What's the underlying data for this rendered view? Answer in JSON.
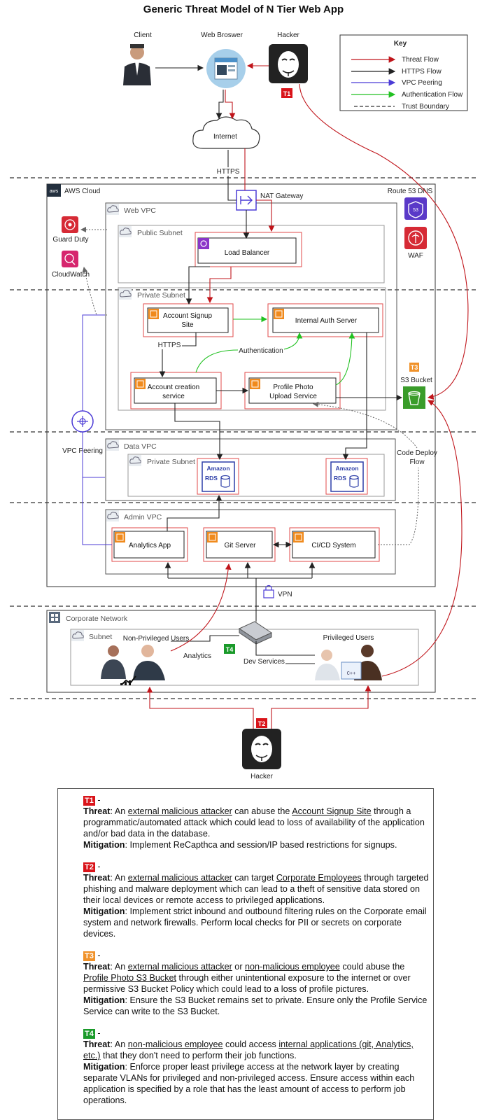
{
  "title": "Generic Threat Model of N Tier Web App",
  "actors": {
    "client": "Client",
    "browser": "Web Broswer",
    "hacker_top": "Hacker",
    "hacker_bottom": "Hacker",
    "internet": "Internet",
    "non_priv": "Non-Privileged Users",
    "priv": "Privileged Users"
  },
  "key": {
    "title": "Key",
    "items": [
      {
        "label": "Threat Flow",
        "color": "#c0151b",
        "style": "arrow"
      },
      {
        "label": "HTTPS Flow",
        "color": "#222222",
        "style": "arrow"
      },
      {
        "label": "VPC Peering",
        "color": "#4b3bd6",
        "style": "arrow"
      },
      {
        "label": "Authentication Flow",
        "color": "#22c122",
        "style": "arrow"
      },
      {
        "label": "Trust Boundary",
        "color": "#333333",
        "style": "dashed"
      }
    ]
  },
  "zones": {
    "aws_cloud": "AWS Cloud",
    "route53": "Route 53 DNS",
    "waf": "WAF",
    "web_vpc": "Web VPC",
    "public_subnet": "Public Subnet",
    "private_subnet": "Private Subnet",
    "data_vpc": "Data VPC",
    "data_private_subnet": "Private Subnet",
    "admin_vpc": "Admin VPC",
    "corporate": "Corporate Network",
    "subnet": "Subnet"
  },
  "services": {
    "guard_duty": "Guard Duty",
    "cloudwatch": "CloudWatch",
    "nat": "NAT Gateway",
    "load_balancer": "Load Balancer",
    "signup_1": "Account Signup",
    "signup_2": "Site",
    "internal_auth": "Internal Auth Server",
    "acct_1": "Account creation",
    "acct_2": "service",
    "photo_1": "Profile Photo",
    "photo_2": "Upload Service",
    "s3": "S3 Bucket",
    "rds_1": "Amazon",
    "rds_2": "RDS",
    "analytics": "Analytics App",
    "git": "Git Server",
    "cicd": "CI/CD System",
    "vpn": "VPN",
    "vpc_peering": "VPC Peering",
    "code_deploy_1": "Code Deploy",
    "code_deploy_2": "Flow"
  },
  "flow_labels": {
    "https_1": "HTTPS",
    "https_2": "HTTPS",
    "authentication": "Authentication",
    "analytics": "Analytics",
    "dev_services": "Dev Services"
  },
  "badges": {
    "t1": "T1",
    "t2": "T2",
    "t3": "T3",
    "t4": "T4"
  },
  "colors": {
    "threat": "#c0151b",
    "https": "#222222",
    "peering": "#4b3bd6",
    "auth": "#22c122",
    "t1": "#d9141a",
    "t2": "#d9141a",
    "t3": "#f0922a",
    "t4": "#1a9a2a"
  },
  "notes": [
    {
      "badge": "T1",
      "threat_label": "Threat",
      "threat_parts": [
        "An ",
        "external malicious attacker",
        " can abuse the ",
        "Account Signup Site",
        " through a programmatic/automated attack which could lead to loss of availability of the application and/or bad data in the database."
      ],
      "mitigation_label": "Mitigation",
      "mitigation": "Implement ReCapthca and session/IP based restrictions for signups."
    },
    {
      "badge": "T2",
      "threat_label": "Threat",
      "threat_parts": [
        "An ",
        "external malicious attacker",
        " can target ",
        "Corporate Employees",
        " through targeted phishing and malware deployment which can lead to a theft of sensitive data stored on their local devices or remote access to privileged applications."
      ],
      "mitigation_label": "Mitigation",
      "mitigation": "Implement strict inbound and outbound filtering rules on the Corporate email system and network firewalls. Perform local checks for PII or secrets on corporate devices."
    },
    {
      "badge": "T3",
      "threat_label": "Threat",
      "threat_parts": [
        "An ",
        "external malicious attacker",
        " or ",
        "non-malicious employee",
        " could abuse the ",
        "Profile Photo S3 Bucket",
        " through either unintentional exposure to the internet or over permissive S3 Bucket Policy which could lead to a loss of profile pictures."
      ],
      "mitigation_label": "Mitigation",
      "mitigation": "Ensure the S3 Bucket remains set to private. Ensure only the Profile Service Service can write to the S3 Bucket."
    },
    {
      "badge": "T4",
      "threat_label": "Threat",
      "threat_parts": [
        "An ",
        "non-malicious employee",
        " could access ",
        "internal applications (git, Analytics, etc.)",
        " that they don't need to perform their job functions."
      ],
      "mitigation_label": "Mitigation",
      "mitigation": "Enforce proper least privilege access at the network layer by creating separate VLANs for privileged and non-privileged access. Ensure access within each application is specified by a role that has the least amount of access to perform job operations."
    }
  ]
}
